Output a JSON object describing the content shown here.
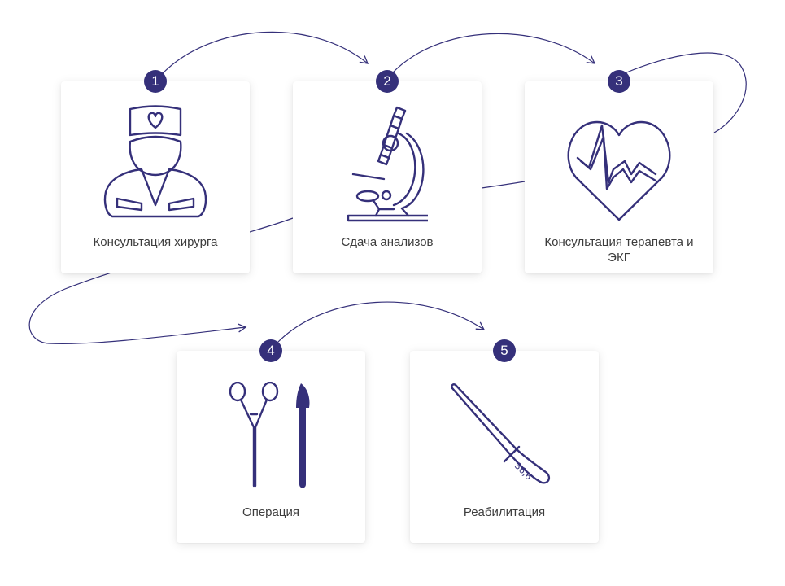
{
  "accent_color": "#35307a",
  "steps": [
    {
      "number": "1",
      "label": "Консультация хирурга",
      "icon": "surgeon-icon"
    },
    {
      "number": "2",
      "label": "Сдача анализов",
      "icon": "microscope-icon"
    },
    {
      "number": "3",
      "label": "Консультация терапевта и ЭКГ",
      "icon": "heart-ecg-icon"
    },
    {
      "number": "4",
      "label": "Операция",
      "icon": "surgical-instruments-icon"
    },
    {
      "number": "5",
      "label": "Реабилитация",
      "icon": "thermometer-icon"
    }
  ],
  "thermometer_reading": "36,6"
}
